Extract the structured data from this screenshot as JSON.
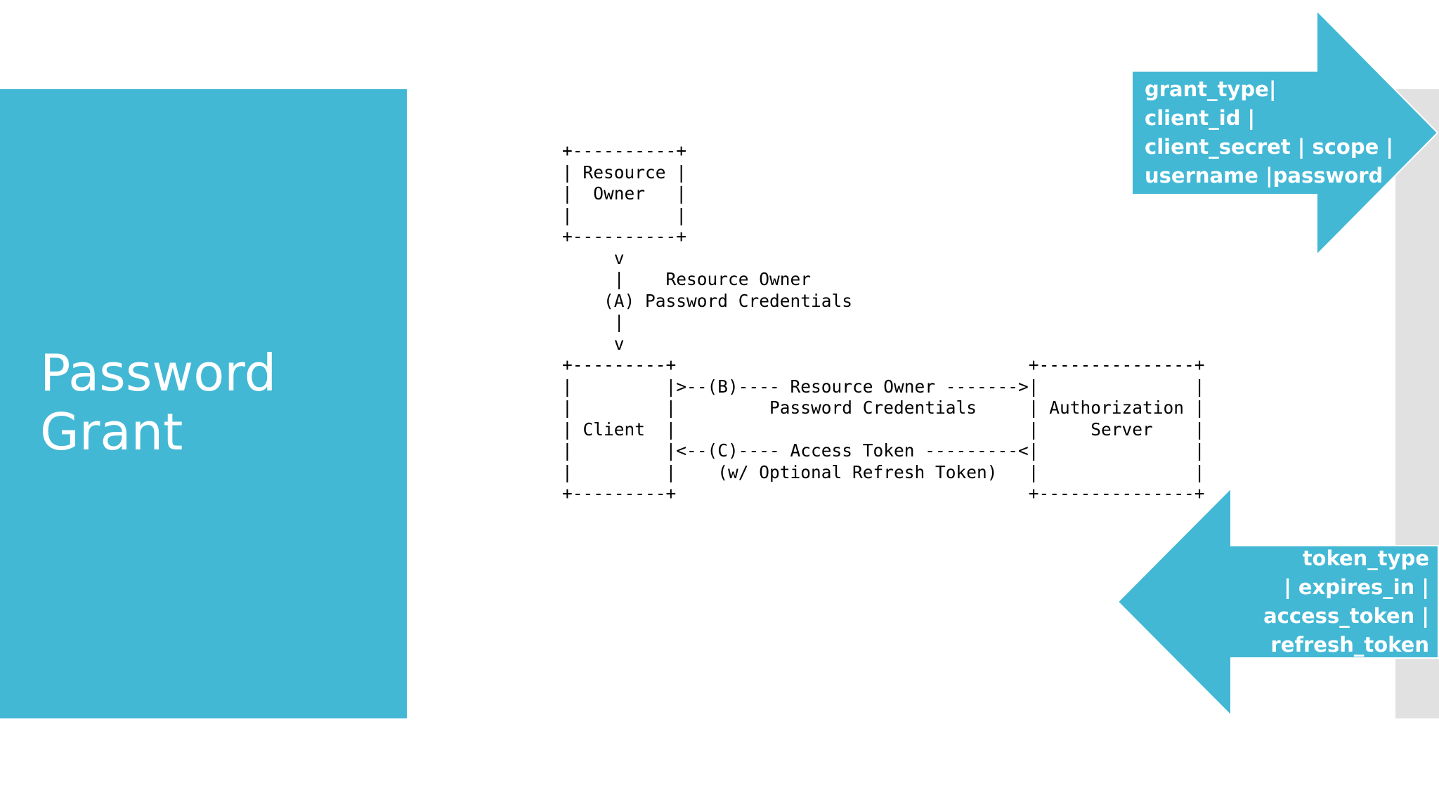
{
  "slide": {
    "title_line1": "Password",
    "title_line2": "Grant",
    "accent_color": "#42b8d5"
  },
  "diagram": {
    "flow_text": "+----------+\n| Resource |\n|  Owner   |\n|          |\n+----------+\n     v\n     |    Resource Owner\n    (A) Password Credentials\n     |\n     v\n+---------+                                  +---------------+\n|         |>--(B)---- Resource Owner ------->|               |\n|         |         Password Credentials     | Authorization |\n| Client  |                                  |     Server    |\n|         |<--(C)---- Access Token ---------<|               |\n|         |    (w/ Optional Refresh Token)   |               |\n+---------+                                  +---------------+"
  },
  "request_arrow": {
    "lines": [
      "grant_type|",
      "client_id |",
      "client_secret | scope  |",
      "username |password"
    ]
  },
  "response_arrow": {
    "lines": [
      "token_type",
      "| expires_in |",
      "access_token |",
      "refresh_token"
    ]
  }
}
